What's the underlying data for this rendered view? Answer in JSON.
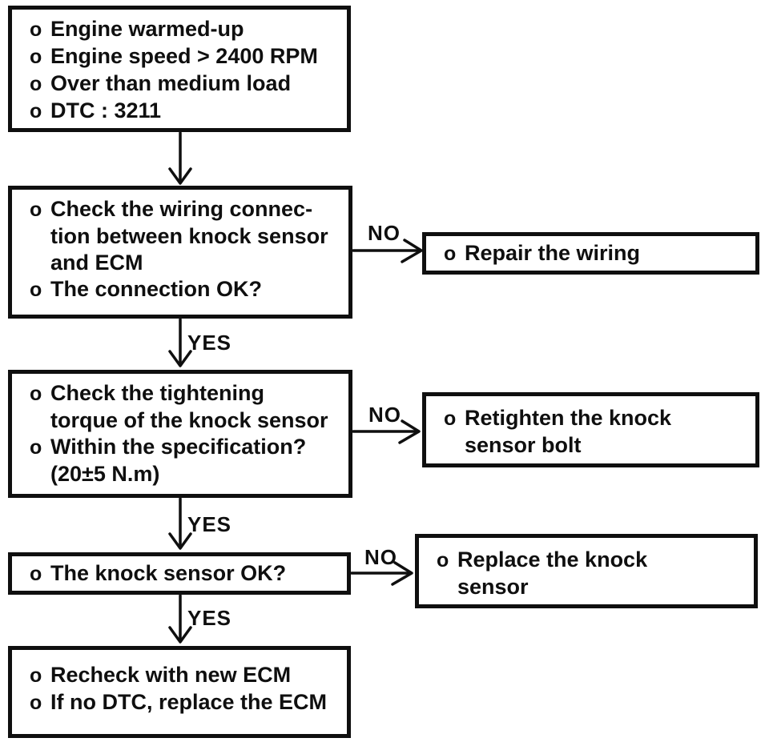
{
  "ui": {
    "bullet": "o",
    "yes_label": "YES",
    "no_label": "NO",
    "ink_color": "#0f0f0f",
    "bg_color": "#ffffff"
  },
  "flow": {
    "start": {
      "lines": [
        "Engine warmed-up",
        "Engine speed > 2400 RPM",
        "Over than medium load",
        "DTC : 3211"
      ]
    },
    "check_wiring": {
      "lines": [
        "Check the wiring connec-",
        "tion between knock sensor",
        "and ECM",
        "The connection OK?"
      ]
    },
    "repair_wiring": {
      "lines": [
        "Repair the wiring"
      ]
    },
    "check_torque": {
      "lines": [
        "Check the tightening",
        "torque of the knock sensor",
        "Within the specification?",
        "(20±5 N.m)"
      ]
    },
    "retighten_bolt": {
      "lines": [
        "Retighten the knock",
        "sensor bolt"
      ]
    },
    "knock_sensor_ok": {
      "lines": [
        "The knock sensor OK?"
      ]
    },
    "replace_sensor": {
      "lines": [
        "Replace the knock",
        "sensor"
      ]
    },
    "recheck_ecm": {
      "lines": [
        "Recheck with new ECM",
        "If no DTC, replace the ECM"
      ]
    }
  }
}
